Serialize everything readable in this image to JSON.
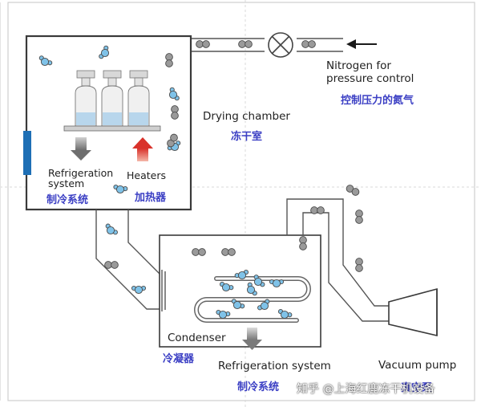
{
  "labels": {
    "nitrogen_en": "Nitrogen for\npressure control",
    "nitrogen_cn": "控制压力的氮气",
    "drying_en": "Drying chamber",
    "drying_cn": "冻干室",
    "refrig1_en": "Refrigeration\nsystem",
    "refrig1_cn": "制冷系统",
    "heaters_en": "Heaters",
    "heaters_cn": "加热器",
    "condenser_en": "Condenser",
    "condenser_cn": "冷凝器",
    "refrig2_en": "Refrigeration system",
    "refrig2_cn": "制冷系统",
    "vacuum_en": "Vacuum pump",
    "vacuum_cn": "真空泵"
  },
  "watermark": "知乎 @上海红鹿冻干机设备",
  "colors": {
    "line": "#555555",
    "water_blue": "#7fc2e8",
    "gas_gray": "#9a9a9a",
    "heater_red": "#e0443c",
    "label_cn": "#3b3fc4",
    "refrig_bar": "#1e6fb5"
  }
}
